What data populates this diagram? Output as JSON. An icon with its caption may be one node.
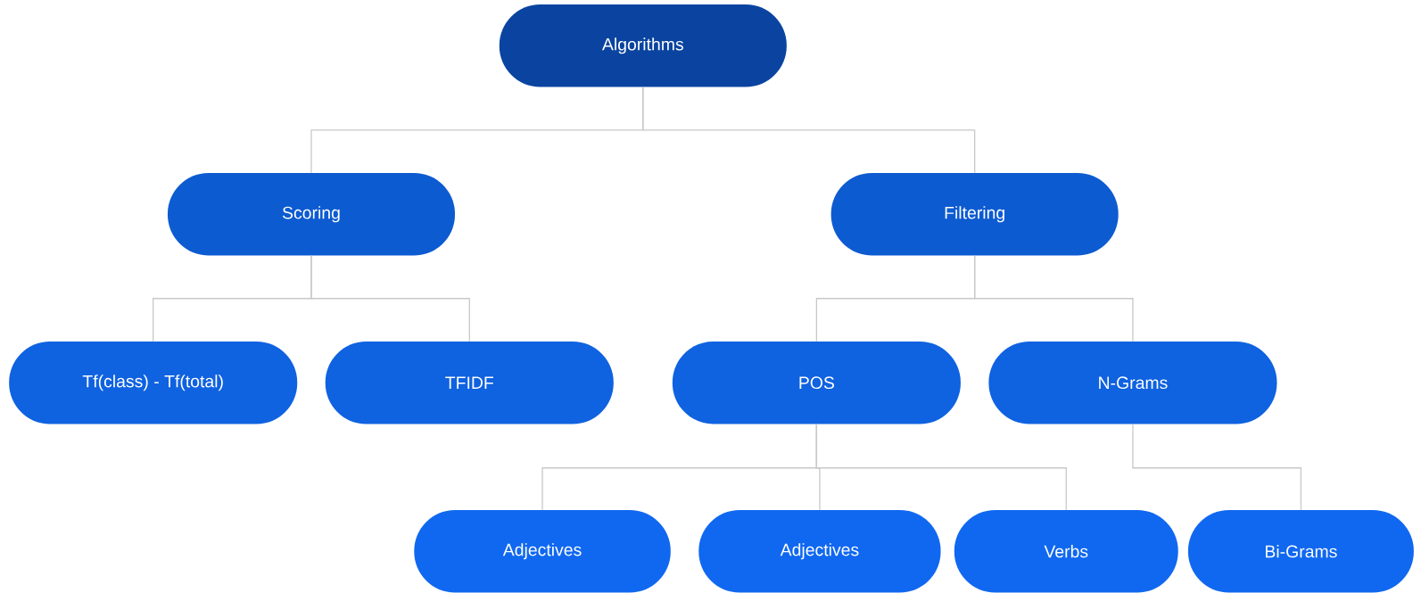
{
  "diagram": {
    "nodes": [
      {
        "text": [
          "Algorithms"
        ]
      },
      {
        "text": [
          "Scoring"
        ]
      },
      {
        "text": [
          "Filtering"
        ]
      },
      {
        "text": [
          "Tf(class) - Tf(total)"
        ]
      },
      {
        "text": [
          "TFIDF"
        ]
      },
      {
        "text": [
          "POS"
        ]
      },
      {
        "text": [
          "N-Grams"
        ]
      },
      {
        "text": [
          "Adjectives"
        ]
      },
      {
        "text": [
          "Adjectives"
        ]
      },
      {
        "text": [
          "Verbs"
        ]
      },
      {
        "text": [
          "Bi-Grams"
        ]
      }
    ],
    "edges": [
      {
        "from": 0,
        "to": 1,
        "arrow": "none"
      },
      {
        "from": 0,
        "to": 2,
        "arrow": "none"
      },
      {
        "from": 1,
        "to": 3,
        "arrow": "none"
      },
      {
        "from": 1,
        "to": 4,
        "arrow": "none"
      },
      {
        "from": 2,
        "to": 5,
        "arrow": "none"
      },
      {
        "from": 2,
        "to": 6,
        "arrow": "none"
      },
      {
        "from": 5,
        "to": 7,
        "arrow": "none"
      },
      {
        "from": 5,
        "to": 8,
        "arrow": "none"
      },
      {
        "from": 5,
        "to": 9,
        "arrow": "none"
      },
      {
        "from": 6,
        "to": 10,
        "arrow": "none"
      }
    ]
  }
}
